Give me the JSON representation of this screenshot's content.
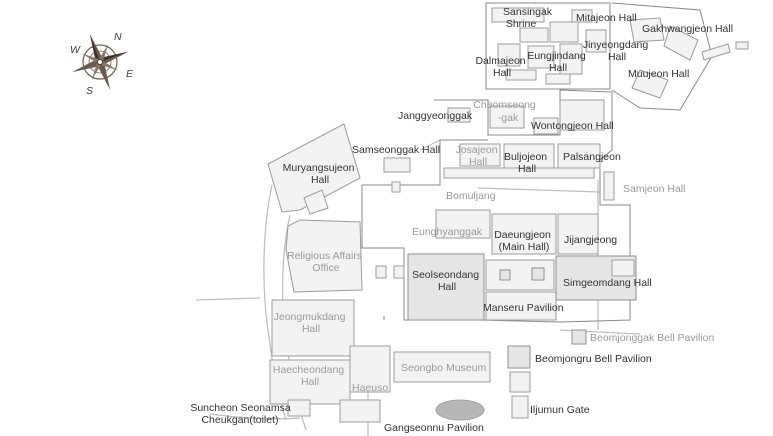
{
  "map": {
    "compass": {
      "letters": {
        "n": "N",
        "e": "E",
        "s": "S",
        "w": "W"
      },
      "icon": "compass-rose-icon"
    },
    "labels": {
      "sansingak": [
        "Sansingak",
        "Shrine"
      ],
      "mitajeon": [
        "Mitajeon Hall"
      ],
      "gakhwangjeon": [
        "Gakhwangjeon Hall"
      ],
      "eungjindang": [
        "Eungjindang",
        "Hall"
      ],
      "dalmajeon": [
        "Dalmajeon",
        "Hall"
      ],
      "jinyeongdang": [
        "Jinyeongdang",
        "Hall"
      ],
      "muujeon": [
        "Muujeon Hall"
      ],
      "janggyeonggak": [
        "Janggyeonggak"
      ],
      "cheomseong": [
        "Cheomseong",
        "-gak"
      ],
      "wontongjeon": [
        "Wontongjeon Hall"
      ],
      "samseonggak": [
        "Samseonggak Hall"
      ],
      "josajeon": [
        "Josajeon",
        "Hall"
      ],
      "buljojeon": [
        "Buljojeon",
        "Hall"
      ],
      "palsangjeon": [
        "Palsangjeon"
      ],
      "muryangsujeon": [
        "Muryangsujeon",
        "Hall"
      ],
      "samjeon": [
        "Samjeon Hall"
      ],
      "bomuljang": [
        "Bomuljang"
      ],
      "eunghyanggak": [
        "Eunghyanggak"
      ],
      "daeungjeon": [
        "Daeungjeon",
        "(Main Hall)"
      ],
      "jijangjeong": [
        "Jijangjeong"
      ],
      "religious": [
        "Religious Affairs",
        "Office"
      ],
      "seolseondang": [
        "Seolseondang",
        "Hall"
      ],
      "simgeomdang": [
        "Simgeomdang Hall"
      ],
      "manseru": [
        "Manseru Pavilion"
      ],
      "jeongmukdang": [
        "Jeongmukdang",
        "Hall"
      ],
      "beomjonggak": [
        "Beomjonggak Bell Pavilion"
      ],
      "beomjongru": [
        "Beomjongru Bell Pavilion"
      ],
      "haecheondang": [
        "Haecheondang",
        "Hall"
      ],
      "seongbo": [
        "Seongbo Museum"
      ],
      "haeuso": [
        "Haeuso"
      ],
      "suncheon": [
        "Suncheon Seonamsa",
        "Cheukgan(toilet)"
      ],
      "iljumun": [
        "Iljumun Gate"
      ],
      "gangseonnu": [
        "Gangseonnu Pavilion"
      ]
    }
  }
}
